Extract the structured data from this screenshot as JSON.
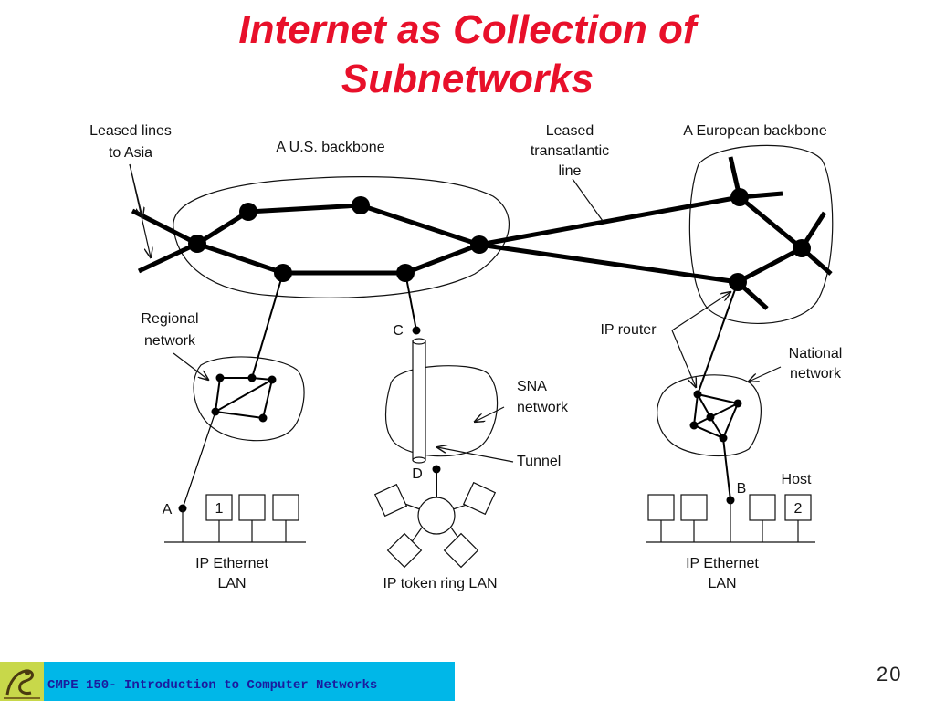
{
  "title": {
    "line1": "Internet as Collection of",
    "line2": "Subnetworks"
  },
  "labels": {
    "leased_asia_1": "Leased lines",
    "leased_asia_2": "to Asia",
    "us_backbone": "A U.S. backbone",
    "leased_trans_1": "Leased",
    "leased_trans_2": "transatlantic",
    "leased_trans_3": "line",
    "eu_backbone": "A European backbone",
    "regional_1": "Regional",
    "regional_2": "network",
    "point_c": "C",
    "ip_router": "IP router",
    "national_1": "National",
    "national_2": "network",
    "sna_1": "SNA",
    "sna_2": "network",
    "tunnel": "Tunnel",
    "point_d": "D",
    "point_b": "B",
    "host": "Host",
    "point_a": "A",
    "host_1": "1",
    "host_2": "2",
    "eth1_1": "IP Ethernet",
    "eth1_2": "LAN",
    "token_ring": "IP token ring LAN",
    "eth2_1": "IP Ethernet",
    "eth2_2": "LAN"
  },
  "footer": {
    "course": "CMPE 150- Introduction to Computer Networks",
    "page_number": "20"
  },
  "colors": {
    "title": "#e8102a",
    "footer_bg": "#00b7e8",
    "footer_text": "#1b1b9e"
  }
}
